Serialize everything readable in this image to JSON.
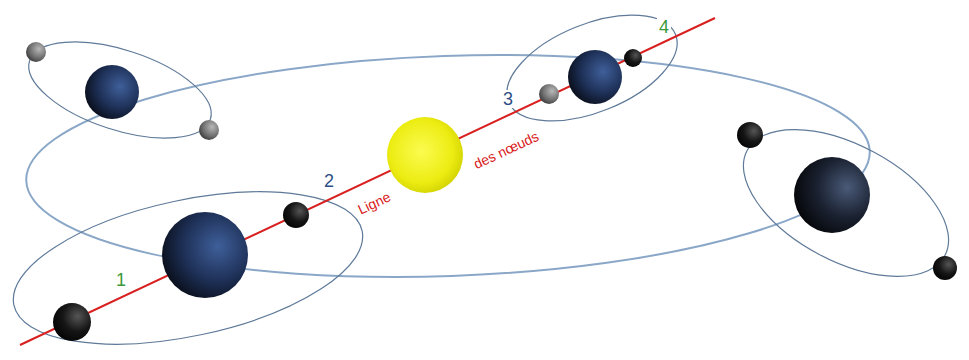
{
  "diagram": {
    "labels": [
      "1",
      "2",
      "3",
      "4",
      "Ligne",
      "des nœuds"
    ]
  }
}
